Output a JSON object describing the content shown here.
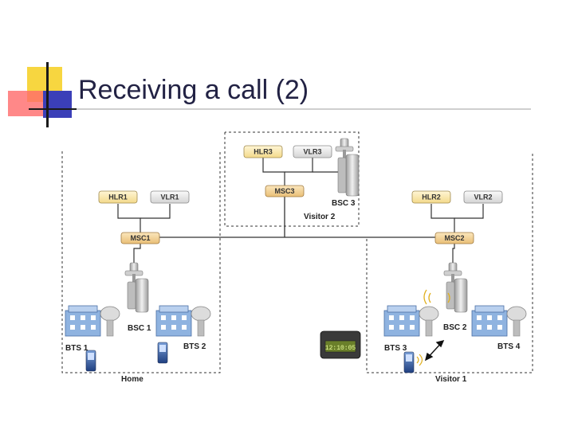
{
  "title": "Receiving a call (2)",
  "nodes": {
    "hlr1": "HLR1",
    "vlr1": "VLR1",
    "msc1": "MSC1",
    "hlr2": "HLR2",
    "vlr2": "VLR2",
    "msc2": "MSC2",
    "hlr3": "HLR3",
    "vlr3": "VLR3",
    "msc3": "MSC3"
  },
  "labels": {
    "bsc1": "BSC 1",
    "bsc2": "BSC 2",
    "bsc3": "BSC 3",
    "bts1": "BTS 1",
    "bts2": "BTS 2",
    "bts3": "BTS 3",
    "bts4": "BTS 4",
    "home": "Home",
    "visitor1": "Visitor 1",
    "visitor2": "Visitor 2"
  },
  "gateway_display": "12:10:05",
  "colors": {
    "hlr_fill": "#fbe7a8",
    "vlr_fill": "#e6e6e6",
    "msc_fill": "#f7d9a0",
    "building": "#7fa6d8"
  }
}
